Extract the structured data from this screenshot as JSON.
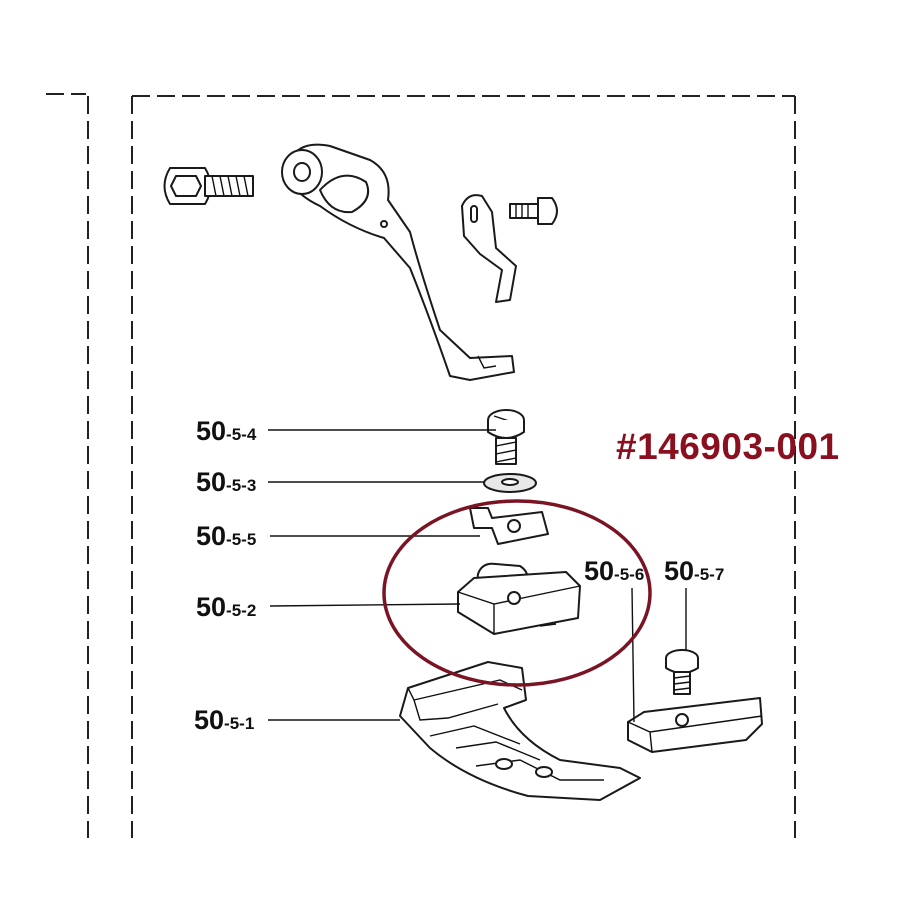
{
  "part_number": "#146903-001",
  "labels": [
    {
      "id": "screw",
      "prefix": "50",
      "suffix": "-5-4"
    },
    {
      "id": "washer",
      "prefix": "50",
      "suffix": "-5-3"
    },
    {
      "id": "plate",
      "prefix": "50",
      "suffix": "-5-5"
    },
    {
      "id": "block",
      "prefix": "50",
      "suffix": "-5-2"
    },
    {
      "id": "foot",
      "prefix": "50",
      "suffix": "-5-1"
    },
    {
      "id": "guide",
      "prefix": "50",
      "suffix": "-5-6"
    },
    {
      "id": "guide-screw",
      "prefix": "50",
      "suffix": "-5-7"
    }
  ],
  "colors": {
    "highlight": "#7a1424",
    "ink": "#111111"
  }
}
